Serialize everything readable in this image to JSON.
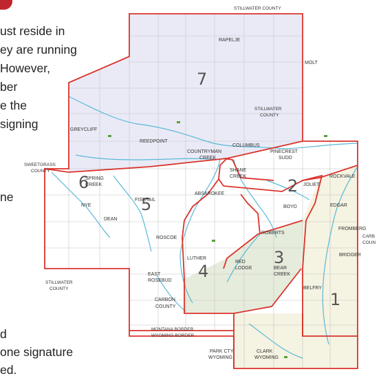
{
  "body_text": {
    "line1": "ust reside in",
    "line2": "ey are running",
    "line3": "However,",
    "line4": "ber",
    "line5": "e the",
    "line6": "signing",
    "line7": "ne",
    "line8": "d",
    "line9": "one signature",
    "line10": "ed."
  },
  "colors": {
    "boundary": "#d9332b",
    "river": "#59b8d6",
    "district7": "#eaeaf6",
    "district3": "#e6ecdc",
    "district1": "#f5f3e2",
    "grid": "#c4c4c4",
    "accent": "#c0272d"
  },
  "districts": {
    "d1": "1",
    "d2": "2",
    "d3": "3",
    "d4": "4",
    "d5": "5",
    "d6": "6",
    "d7": "7"
  },
  "places": {
    "stillwater_top": "STILLWATER COUNTY",
    "molt": "MOLT",
    "rapelje": "RAPELJE",
    "stillwater_county_mid": "STILLWATER",
    "stillwater_county_mid2": "COUNTY",
    "greycliff": "GREYCLIFF",
    "reedpoint": "REEDPOINT",
    "columbus": "COLUMBUS",
    "countryman": "COUNTRYMAN",
    "creek": "CREEK",
    "pinecrest": "PINECREST",
    "sudd": "SUDD",
    "sweetgrass": "SWEETGRASS",
    "sweetgrass2": "COUNTY",
    "spring": "SPRING",
    "spring_creek": "CREEK",
    "shane": "SHANE",
    "shane_creek": "CREEK",
    "rockvale": "ROCKVALE",
    "joliet": "JOLIET",
    "absarokee": "ABSAROKEE",
    "nye": "NYE",
    "fishtail": "FISHTAIL",
    "dean": "DEAN",
    "boyd": "BOYD",
    "edgar": "EDGAR",
    "roberts": "ROBERTS",
    "roscoe": "ROSCOE",
    "fromberg": "FROMBERG",
    "carbon_right": "CARB",
    "coun_right": "COUN",
    "bridger": "BRIDGER",
    "luther": "LUTHER",
    "red": "RED",
    "lodge": "LODGE",
    "bear": "BEAR",
    "bear_creek": "CREEK",
    "east": "EAST",
    "rosebud": "ROSEBUD",
    "stillwater_bottom": "STILLWATER",
    "stillwater_bottom2": "COUNTY",
    "carbon": "CARBON",
    "carbon2": "COUNTY",
    "belfry": "BELFRY",
    "montana_border": "MONTANA BORDER",
    "wyoming_border": "WYOMING BORDER",
    "park_cty": "PARK CTY",
    "wyoming_left": "WYOMING",
    "clark": "CLARK",
    "wyoming_right": "WYOMING"
  }
}
